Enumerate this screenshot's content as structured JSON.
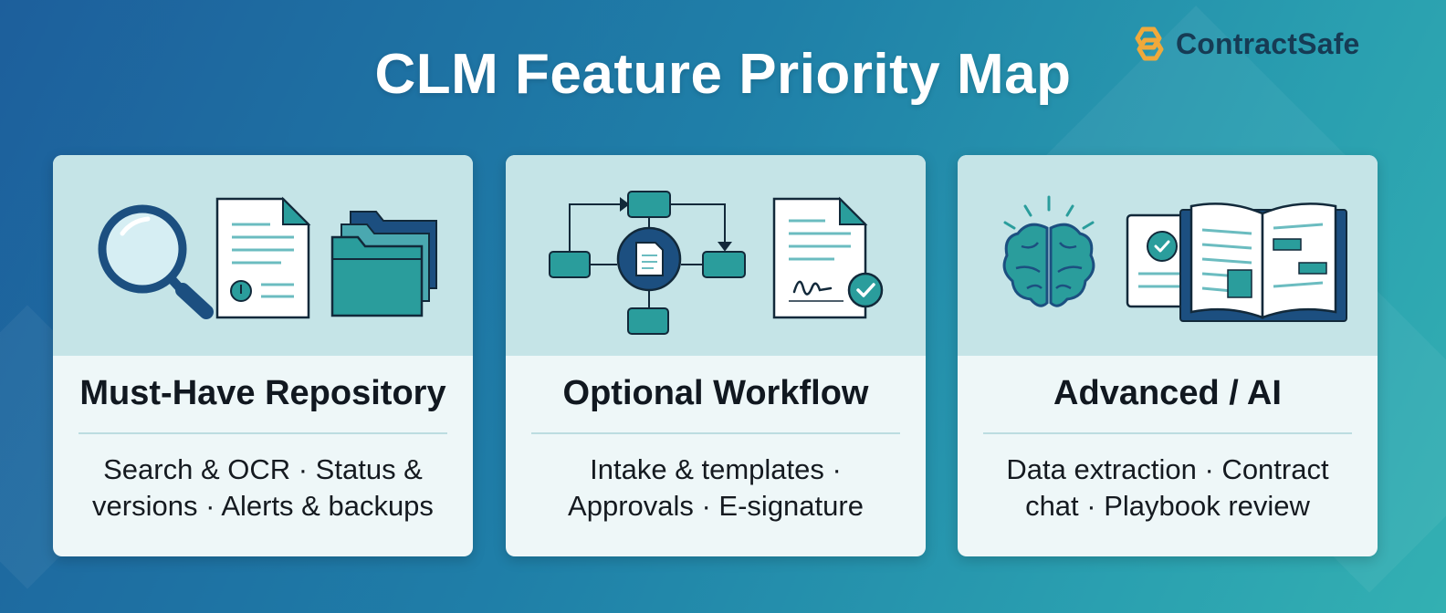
{
  "title": "CLM Feature Priority Map",
  "logo": {
    "text": "ContractSafe",
    "icon": "interlocking-hexagon-logo",
    "color": "#f0a93b"
  },
  "colors": {
    "accent": "#2a9d9c",
    "dark": "#1c4f80",
    "panel": "#c5e4e7",
    "card": "#eef7f8"
  },
  "cards": [
    {
      "title": "Must-Have Repository",
      "description": "Search & OCR · Status & versions · Alerts & backups",
      "icons": [
        "magnifier-icon",
        "document-icon",
        "folders-icon"
      ]
    },
    {
      "title": "Optional Workflow",
      "description": "Intake & templates · Approvals · E-signature",
      "icons": [
        "workflow-diagram-icon",
        "signed-document-icon"
      ]
    },
    {
      "title": "Advanced / AI",
      "description": "Data extraction · Contract chat · Playbook review",
      "icons": [
        "brain-icon",
        "checked-document-icon",
        "open-book-icon"
      ]
    }
  ]
}
